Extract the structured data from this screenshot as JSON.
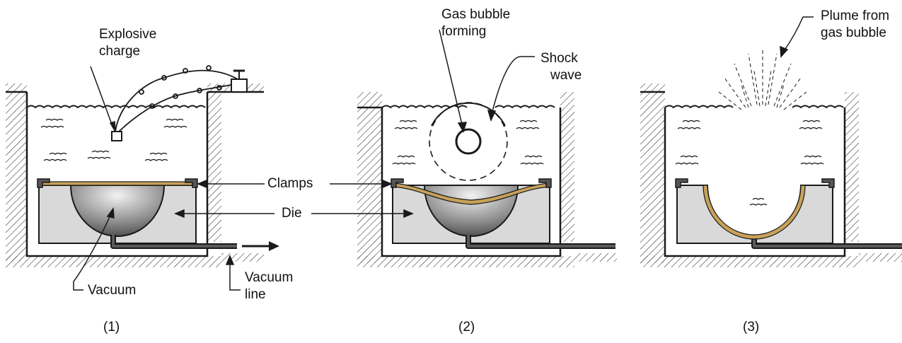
{
  "labels": {
    "explosive_charge": [
      "Explosive",
      "charge"
    ],
    "gas_bubble_forming": [
      "Gas bubble",
      "forming"
    ],
    "shock_wave": [
      "Shock",
      "wave"
    ],
    "plume": [
      "Plume from",
      "gas bubble"
    ],
    "clamps": "Clamps",
    "die": "Die",
    "vacuum": "Vacuum",
    "vacuum_line": [
      "Vacuum",
      "line"
    ]
  },
  "stages": [
    "(1)",
    "(2)",
    "(3)"
  ],
  "colors": {
    "ink": "#1a1a1a",
    "die_fill": "#d9d9d9",
    "workpiece": "#c8a25a",
    "vacuum_dark": "#5a5a5a"
  }
}
